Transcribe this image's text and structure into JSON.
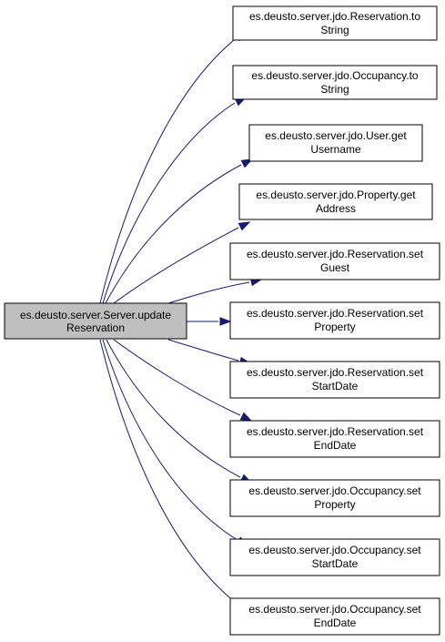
{
  "diagram": {
    "type": "call-graph",
    "colors": {
      "source_fill": "#bfbfbf",
      "target_fill": "#ffffff",
      "border": "#000000",
      "edge": "#191970"
    },
    "source": {
      "id": "server-update-reservation",
      "line1": "es.deusto.server.Server.update",
      "line2": "Reservation"
    },
    "targets": [
      {
        "id": "reservation-tostring",
        "line1": "es.deusto.server.jdo.Reservation.to",
        "line2": "String"
      },
      {
        "id": "occupancy-tostring",
        "line1": "es.deusto.server.jdo.Occupancy.to",
        "line2": "String"
      },
      {
        "id": "user-getusername",
        "line1": "es.deusto.server.jdo.User.get",
        "line2": "Username"
      },
      {
        "id": "property-getaddress",
        "line1": "es.deusto.server.jdo.Property.get",
        "line2": "Address"
      },
      {
        "id": "reservation-setguest",
        "line1": "es.deusto.server.jdo.Reservation.set",
        "line2": "Guest"
      },
      {
        "id": "reservation-setproperty",
        "line1": "es.deusto.server.jdo.Reservation.set",
        "line2": "Property"
      },
      {
        "id": "reservation-setstartdate",
        "line1": "es.deusto.server.jdo.Reservation.set",
        "line2": "StartDate"
      },
      {
        "id": "reservation-setenddate",
        "line1": "es.deusto.server.jdo.Reservation.set",
        "line2": "EndDate"
      },
      {
        "id": "occupancy-setproperty",
        "line1": "es.deusto.server.jdo.Occupancy.set",
        "line2": "Property"
      },
      {
        "id": "occupancy-setstartdate",
        "line1": "es.deusto.server.jdo.Occupancy.set",
        "line2": "StartDate"
      },
      {
        "id": "occupancy-setenddate",
        "line1": "es.deusto.server.jdo.Occupancy.set",
        "line2": "EndDate"
      }
    ]
  }
}
